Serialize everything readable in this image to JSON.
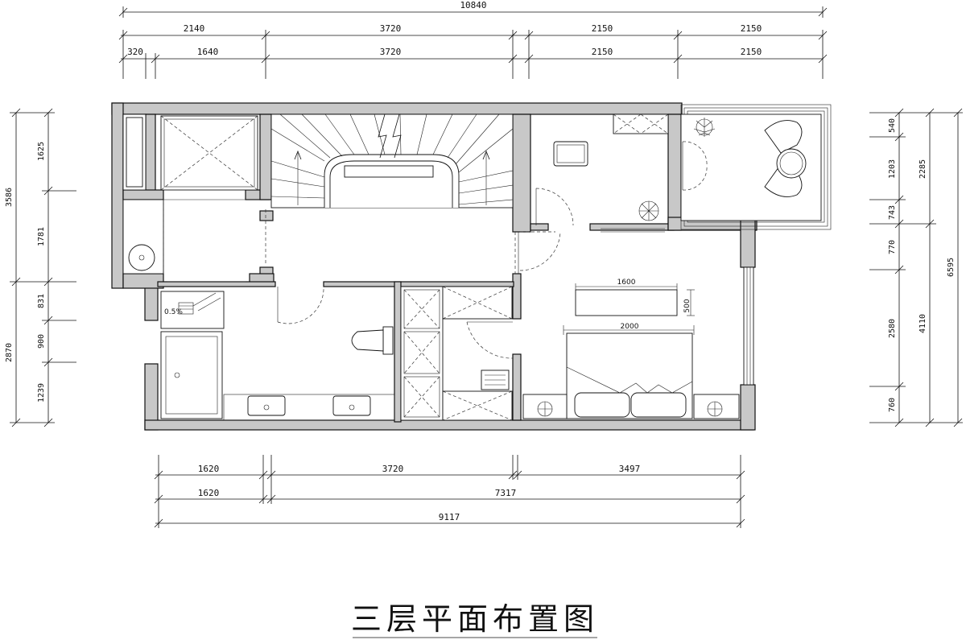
{
  "title": "三层平面布置图",
  "dimensions": {
    "top_overall": "10840",
    "top_row1": [
      "2140",
      "3720",
      "2150",
      "2150"
    ],
    "top_row2": [
      "320",
      "1640",
      "3720",
      "2150",
      "2150"
    ],
    "left_outer": [
      "3586",
      "2870"
    ],
    "left_inner": [
      "1625",
      "1781",
      "831",
      "900",
      "1239"
    ],
    "right_inner": [
      "540",
      "1203",
      "743",
      "770",
      "2580",
      "760"
    ],
    "right_mid": [
      "2285",
      "4110"
    ],
    "right_outer": "6595",
    "bottom_row1": [
      "1620",
      "3720",
      "3497"
    ],
    "bottom_row2": [
      "1620",
      "7317"
    ],
    "bottom_overall": "9117",
    "bed_headboard": "1600",
    "bed_length": "2000",
    "bed_side": "500",
    "floor_drain": "0.5%"
  },
  "colors": {
    "wall_fill": "#c8c8c8",
    "line": "#111111"
  }
}
